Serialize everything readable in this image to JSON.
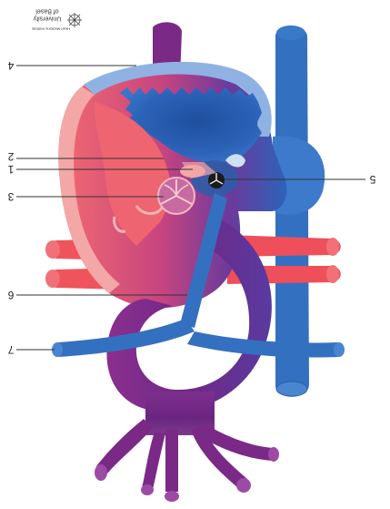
{
  "logo": {
    "line1": "University",
    "line2": "of Basel",
    "line3": "Heart Medicine Institute"
  },
  "labels": {
    "l1": "1",
    "l2": "2",
    "l3": "3",
    "l4": "4",
    "l5": "5",
    "l6": "6",
    "l7": "7"
  },
  "colors": {
    "red_light": "#f05a62",
    "red_pale": "#f3a7a6",
    "blue": "#3470c0",
    "blue_pale": "#8fb2e3",
    "blue_dark": "#1f5aa5",
    "purple": "#7a2a86",
    "purple_light": "#9d4aa6"
  }
}
